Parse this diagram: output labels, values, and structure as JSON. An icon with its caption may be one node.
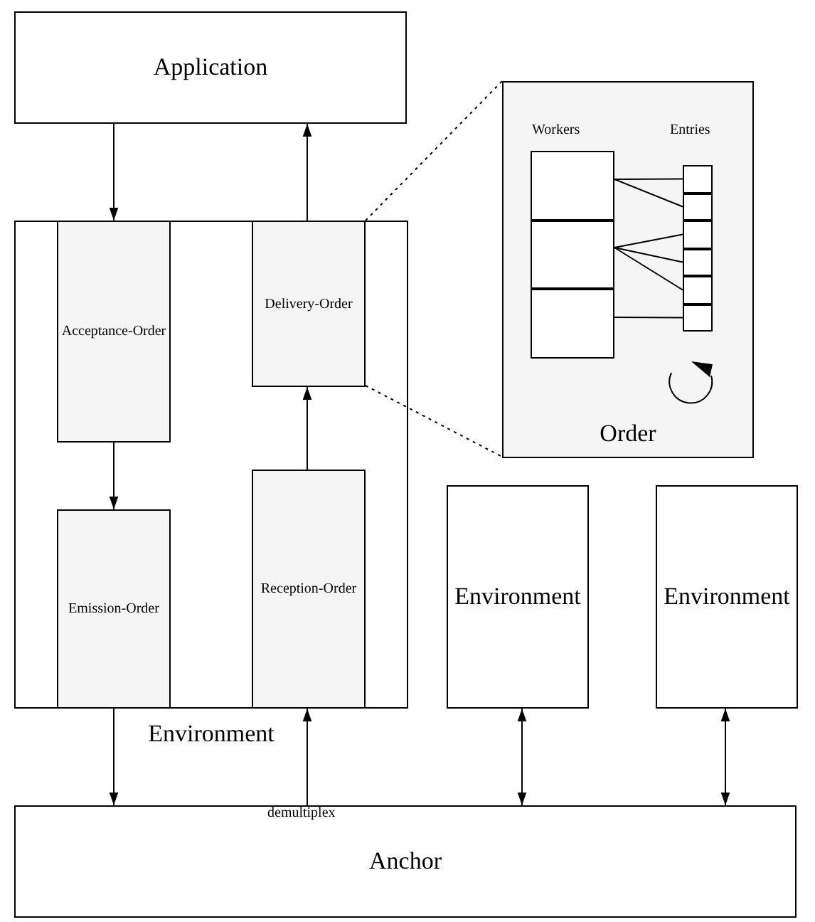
{
  "diagram": {
    "nodes": [
      {
        "text": [
          "Application"
        ]
      },
      {
        "text": [
          "Environment"
        ]
      },
      {
        "text": [
          "Acceptance-Order"
        ],
        "in": 1
      },
      {
        "text": [
          "Delivery-Order"
        ],
        "in": 1
      },
      {
        "text": [
          "Emission-Order"
        ],
        "in": 1
      },
      {
        "text": [
          "Reception-Order"
        ],
        "in": 1
      },
      {
        "text": [
          "Workers",
          "Entries",
          "Order"
        ]
      },
      {
        "text": [],
        "shape": "box",
        "in": 6
      },
      {
        "text": [],
        "shape": "box",
        "in": 6
      },
      {
        "text": [],
        "shape": "box",
        "in": 6
      },
      {
        "text": [],
        "shape": "box",
        "in": 6
      },
      {
        "text": [],
        "shape": "box",
        "in": 6
      },
      {
        "text": [],
        "shape": "box",
        "in": 6
      },
      {
        "text": [],
        "shape": "box",
        "in": 6
      },
      {
        "text": [],
        "shape": "box",
        "in": 6
      },
      {
        "text": [],
        "shape": "box",
        "in": 6
      },
      {
        "text": [
          "Environment"
        ]
      },
      {
        "text": [
          "Environment"
        ]
      },
      {
        "text": [
          "Anchor"
        ]
      }
    ],
    "edges": [
      {
        "from": 0,
        "to": 2,
        "arrow": "to"
      },
      {
        "from": 3,
        "to": 0,
        "arrow": "to"
      },
      {
        "from": 2,
        "to": 4,
        "arrow": "to"
      },
      {
        "from": 5,
        "to": 3,
        "arrow": "to"
      },
      {
        "from": 4,
        "to": 18,
        "arrow": "to"
      },
      {
        "from": 18,
        "to": 5,
        "arrow": "to",
        "label": "demultiplex"
      },
      {
        "from": 16,
        "to": 18,
        "arrow": "both"
      },
      {
        "from": 17,
        "to": 18,
        "arrow": "both"
      },
      {
        "from": 3,
        "to": 6,
        "arrow": "none",
        "style": "dashed"
      },
      {
        "from": 3,
        "to": 6,
        "arrow": "none",
        "style": "dashed"
      },
      {
        "from": 7,
        "to": 10,
        "arrow": "none"
      },
      {
        "from": 7,
        "to": 11,
        "arrow": "none"
      },
      {
        "from": 8,
        "to": 12,
        "arrow": "none"
      },
      {
        "from": 8,
        "to": 13,
        "arrow": "none"
      },
      {
        "from": 8,
        "to": 14,
        "arrow": "none"
      },
      {
        "from": 9,
        "to": 15,
        "arrow": "none"
      }
    ]
  }
}
